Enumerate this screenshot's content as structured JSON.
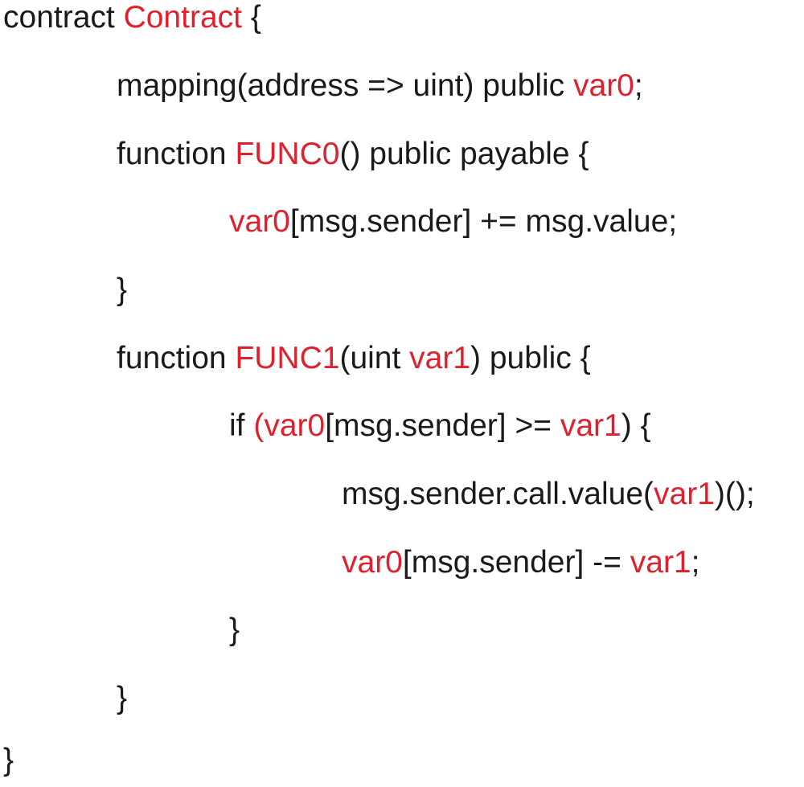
{
  "colors": {
    "text": "#1a1a1a",
    "highlight": "#e0202c",
    "background": "#ffffff"
  },
  "lines": [
    {
      "indent": 0,
      "tokens": [
        {
          "t": "contract ",
          "hl": false
        },
        {
          "t": "Contract",
          "hl": true
        },
        {
          "t": " {",
          "hl": false
        }
      ]
    },
    {
      "indent": 1,
      "tokens": [
        {
          "t": "mapping(address => uint) public ",
          "hl": false
        },
        {
          "t": "var0",
          "hl": true
        },
        {
          "t": ";",
          "hl": false
        }
      ]
    },
    {
      "indent": 1,
      "tokens": [
        {
          "t": "function ",
          "hl": false
        },
        {
          "t": "FUNC0",
          "hl": true
        },
        {
          "t": "() public payable {",
          "hl": false
        }
      ]
    },
    {
      "indent": 2,
      "tokens": [
        {
          "t": "var0",
          "hl": true
        },
        {
          "t": "[msg.sender] += msg.value;",
          "hl": false
        }
      ]
    },
    {
      "indent": 1,
      "tokens": [
        {
          "t": "}",
          "hl": false
        }
      ]
    },
    {
      "indent": 1,
      "tokens": [
        {
          "t": "function ",
          "hl": false
        },
        {
          "t": "FUNC1",
          "hl": true
        },
        {
          "t": "(uint ",
          "hl": false
        },
        {
          "t": "var1",
          "hl": true
        },
        {
          "t": ") public {",
          "hl": false
        }
      ]
    },
    {
      "indent": 2,
      "tokens": [
        {
          "t": "if ",
          "hl": false
        },
        {
          "t": "(var0",
          "hl": true
        },
        {
          "t": "[msg.sender] >= ",
          "hl": false
        },
        {
          "t": "var1",
          "hl": true
        },
        {
          "t": ") {",
          "hl": false
        }
      ]
    },
    {
      "indent": 3,
      "tokens": [
        {
          "t": "msg.sender.call.value(",
          "hl": false
        },
        {
          "t": "var1",
          "hl": true
        },
        {
          "t": ")();",
          "hl": false
        }
      ]
    },
    {
      "indent": 3,
      "tokens": [
        {
          "t": "var0",
          "hl": true
        },
        {
          "t": "[msg.sender] -= ",
          "hl": false
        },
        {
          "t": "var1",
          "hl": true
        },
        {
          "t": ";",
          "hl": false
        }
      ]
    },
    {
      "indent": 2,
      "tokens": [
        {
          "t": "}",
          "hl": false
        }
      ]
    },
    {
      "indent": 1,
      "tokens": [
        {
          "t": "}",
          "hl": false
        }
      ]
    },
    {
      "indent": 0,
      "tokens": [
        {
          "t": "}",
          "hl": false
        }
      ]
    }
  ]
}
